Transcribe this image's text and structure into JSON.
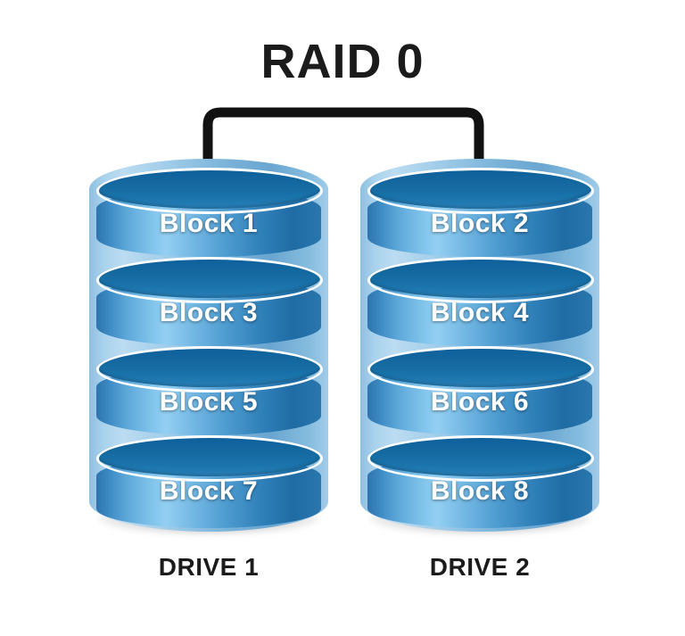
{
  "diagram": {
    "title": "RAID 0",
    "connector": {
      "icon": "bracket-connector",
      "description": "striping bracket linking drive 1 and drive 2"
    },
    "colors": {
      "title_text": "#1b1b1b",
      "bracket": "#111111",
      "drive_shell": "#9ecbe8",
      "cylinder_top": "#14699f",
      "cylinder_body": "#3b87c2",
      "cylinder_rim": "#ffffff",
      "block_label_text": "#ffffff",
      "background": "#ffffff"
    },
    "drives": [
      {
        "label": "DRIVE 1",
        "blocks": [
          {
            "label": "Block 1"
          },
          {
            "label": "Block 3"
          },
          {
            "label": "Block 5"
          },
          {
            "label": "Block 7"
          }
        ]
      },
      {
        "label": "DRIVE 2",
        "blocks": [
          {
            "label": "Block 2"
          },
          {
            "label": "Block 4"
          },
          {
            "label": "Block 6"
          },
          {
            "label": "Block 8"
          }
        ]
      }
    ]
  }
}
